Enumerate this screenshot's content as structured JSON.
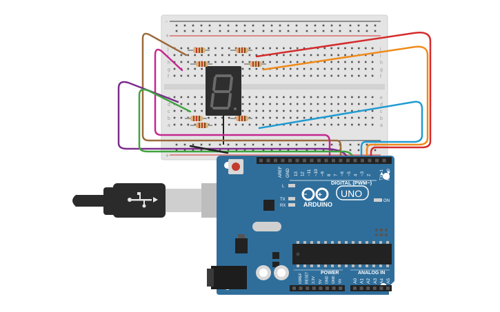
{
  "arduino": {
    "brand": "ARDUINO",
    "model": "UNO",
    "digital_header": "DIGITAL (PWM~)",
    "power_header": "POWER",
    "analog_header": "ANALOG IN",
    "on_label": "ON",
    "l_label": "L",
    "tx_label": "TX",
    "rx_label": "RX",
    "aref": "AREF",
    "gnd": "GND",
    "tx1": "TX▶1",
    "rx0": "RX◀0",
    "digital_pins": [
      "13",
      "12",
      "~11",
      "~10",
      "~9",
      "8",
      "7",
      "~6",
      "~5",
      "4",
      "~3",
      "2"
    ],
    "power_pins": [
      "IOREF",
      "RESET",
      "3.3V",
      "5V",
      "GND",
      "GND",
      "Vin"
    ],
    "analog_pins": [
      "A0",
      "A1",
      "A2",
      "A3",
      "A4",
      "A5"
    ]
  },
  "breadboard": {
    "row_letters_top": [
      "j",
      "i",
      "h",
      "g",
      "f"
    ],
    "row_letters_bottom": [
      "e",
      "d",
      "c",
      "b",
      "a"
    ],
    "plus_label": "+",
    "minus_label": "-"
  },
  "colors": {
    "board_blue": "#2f6e9b",
    "breadboard": "#e7e7e7",
    "wire_red": "#d42b2b",
    "wire_orange": "#ef8a1a",
    "wire_blue": "#1f9bd2",
    "wire_brown": "#9b6a3c",
    "wire_pink": "#c4288f",
    "wire_purple": "#7b2c8c",
    "wire_green": "#3fa33d",
    "wire_black": "#222222",
    "segment_display": "#2e2e2e"
  }
}
